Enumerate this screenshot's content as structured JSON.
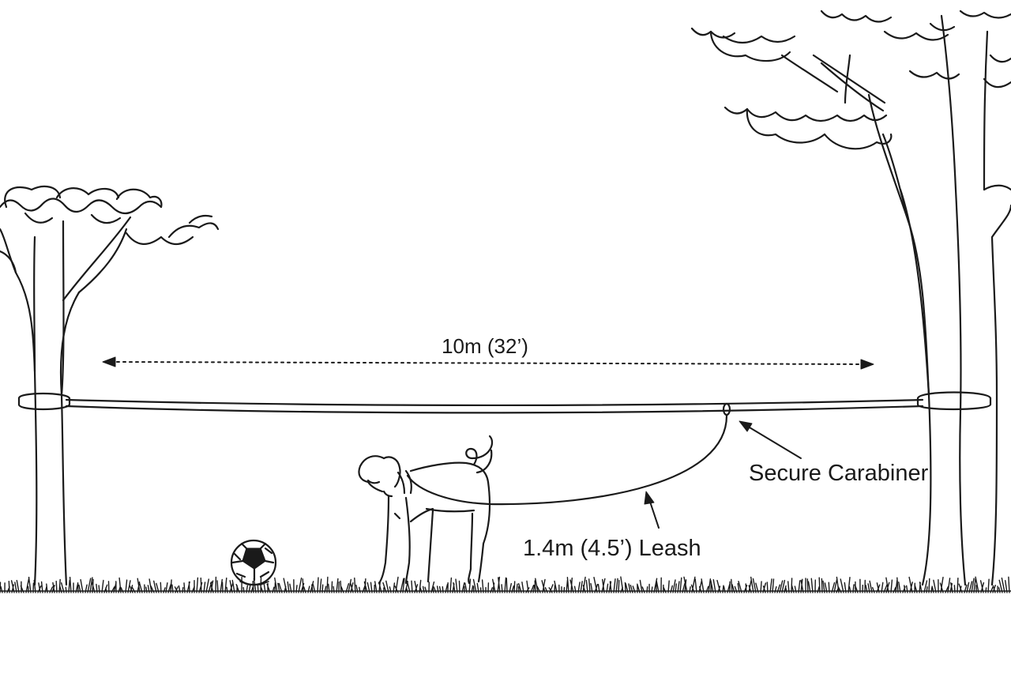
{
  "labels": {
    "span": "10m (32’)",
    "carabiner": "Secure Carabiner",
    "leash": "1.4m (4.5’) Leash"
  },
  "colors": {
    "ink": "#1a1a1a",
    "background": "#ffffff"
  },
  "icons": [
    "tree",
    "dog",
    "soccer-ball",
    "grass",
    "carabiner",
    "arrow"
  ]
}
